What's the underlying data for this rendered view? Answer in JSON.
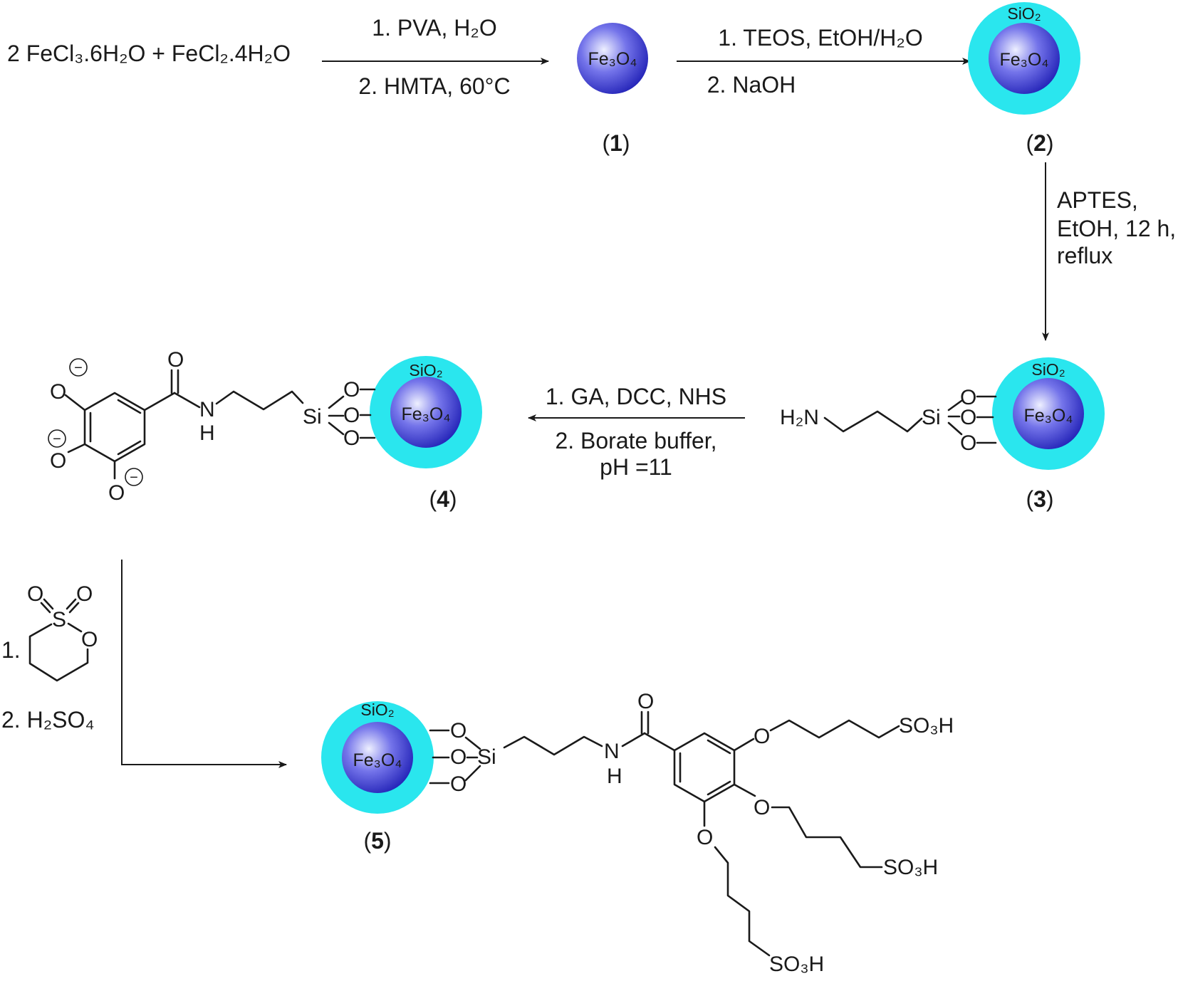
{
  "reactants": "2 FeCl₃.6H₂O + FeCl₂.4H₂O",
  "step1": {
    "line1": "1. PVA, H₂O",
    "line2": "2. HMTA, 60°C"
  },
  "step2": {
    "line1": "1. TEOS, EtOH/H₂O",
    "line2": "2. NaOH"
  },
  "step3": {
    "line1": "APTES,",
    "line2": "EtOH, 12 h,",
    "line3": "reflux"
  },
  "step4": {
    "line1": "1. GA, DCC, NHS",
    "line2": "2. Borate buffer,",
    "line3": "pH =11"
  },
  "step5": {
    "line1": "1.",
    "line2": "2. H₂SO₄"
  },
  "labels": {
    "c1": "1",
    "c2": "2",
    "c3": "3",
    "c4": "4",
    "c5": "5"
  },
  "core": "Fe₃O₄",
  "shell": "SiO₂",
  "atoms": {
    "O": "O",
    "Si": "Si",
    "S": "S",
    "N": "N",
    "H": "H",
    "H2N": "H₂N",
    "SO3H": "SO₃H",
    "minus": "−"
  },
  "colors": {
    "shell": "#2ae6ee",
    "core_light": "#eef0ff",
    "core_mid": "#6767e8",
    "core_dark": "#1e1eb4",
    "ink": "#1a1a1a"
  }
}
